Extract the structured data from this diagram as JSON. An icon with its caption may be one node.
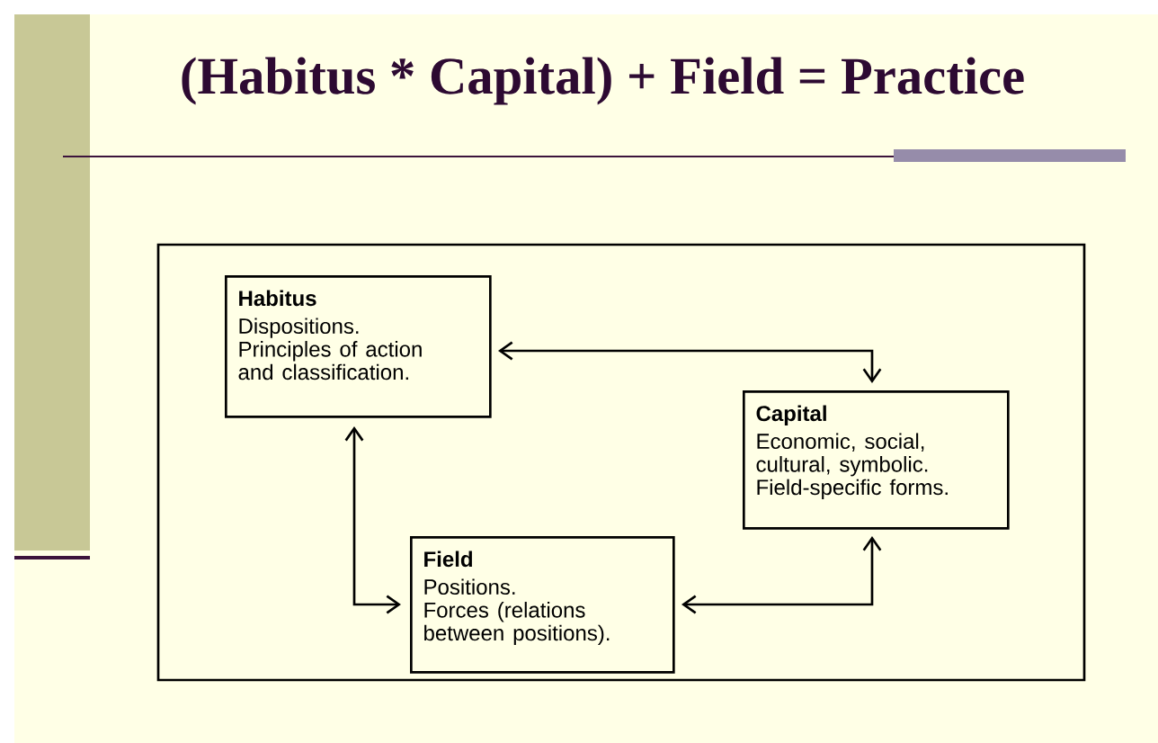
{
  "diagram": {
    "title": "(Habitus * Capital) + Field = Practice",
    "nodes": [
      {
        "text": [
          "Habitus",
          "Dispositions.",
          "Principles of action and classification."
        ]
      },
      {
        "text": [
          "Capital",
          "Economic, social, cultural, symbolic.",
          "Field-specific forms."
        ]
      },
      {
        "text": [
          "Field",
          "Positions.",
          "Forces (relations between positions)."
        ]
      }
    ],
    "edges": [
      {
        "from": 0,
        "to": 1,
        "arrow": "both"
      },
      {
        "from": 0,
        "to": 2,
        "arrow": "both"
      },
      {
        "from": 2,
        "to": 1,
        "arrow": "both"
      }
    ]
  }
}
